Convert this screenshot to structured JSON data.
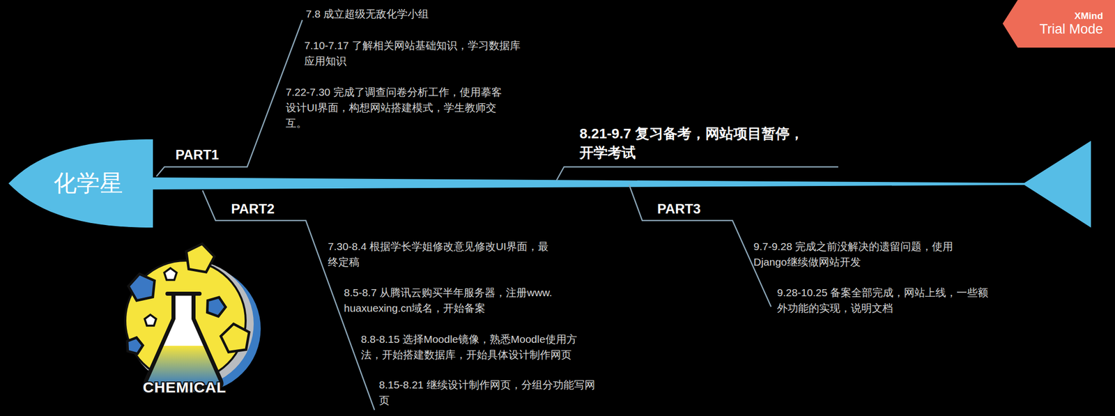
{
  "diagram": {
    "nodes": [
      {
        "text": [
          "化学星"
        ]
      },
      {
        "text": [
          "XMind",
          "Trial Mode"
        ]
      }
    ],
    "labels": [
      "PART1",
      "7.8 成立超级无敌化学小组",
      "7.10-7.17 了解相关网站基础知识，学习数据库 应用知识",
      "7.22-7.30 完成了调查问卷分析工作，使用摹客 设计UI界面，构想网站搭建模式，学生教师交 互。",
      "8.21-9.7 复习备考，网站项目暂停， 开学考试",
      "PART2",
      "7.30-8.4 根据学长学姐修改意见修改UI界面，最 终定稿",
      "8.5-8.7 从腾讯云购买半年服务器，注册www. huaxuexing.cn域名，开始备案",
      "8.8-8.15 选择Moodle镜像，熟悉Moodle使用方 法，开始搭建数据库，开始具体设计制作网页",
      "8.15-8.21 继续设计制作网页，分组分功能写网 页",
      "PART3",
      "9.7-9.28 完成之前没解决的遗留问题，使用 Django继续做网站开发",
      "9.28-10.25 备案全部完成，网站上线，一些额 外功能的实现，说明文档",
      "CHEMICAL"
    ]
  }
}
